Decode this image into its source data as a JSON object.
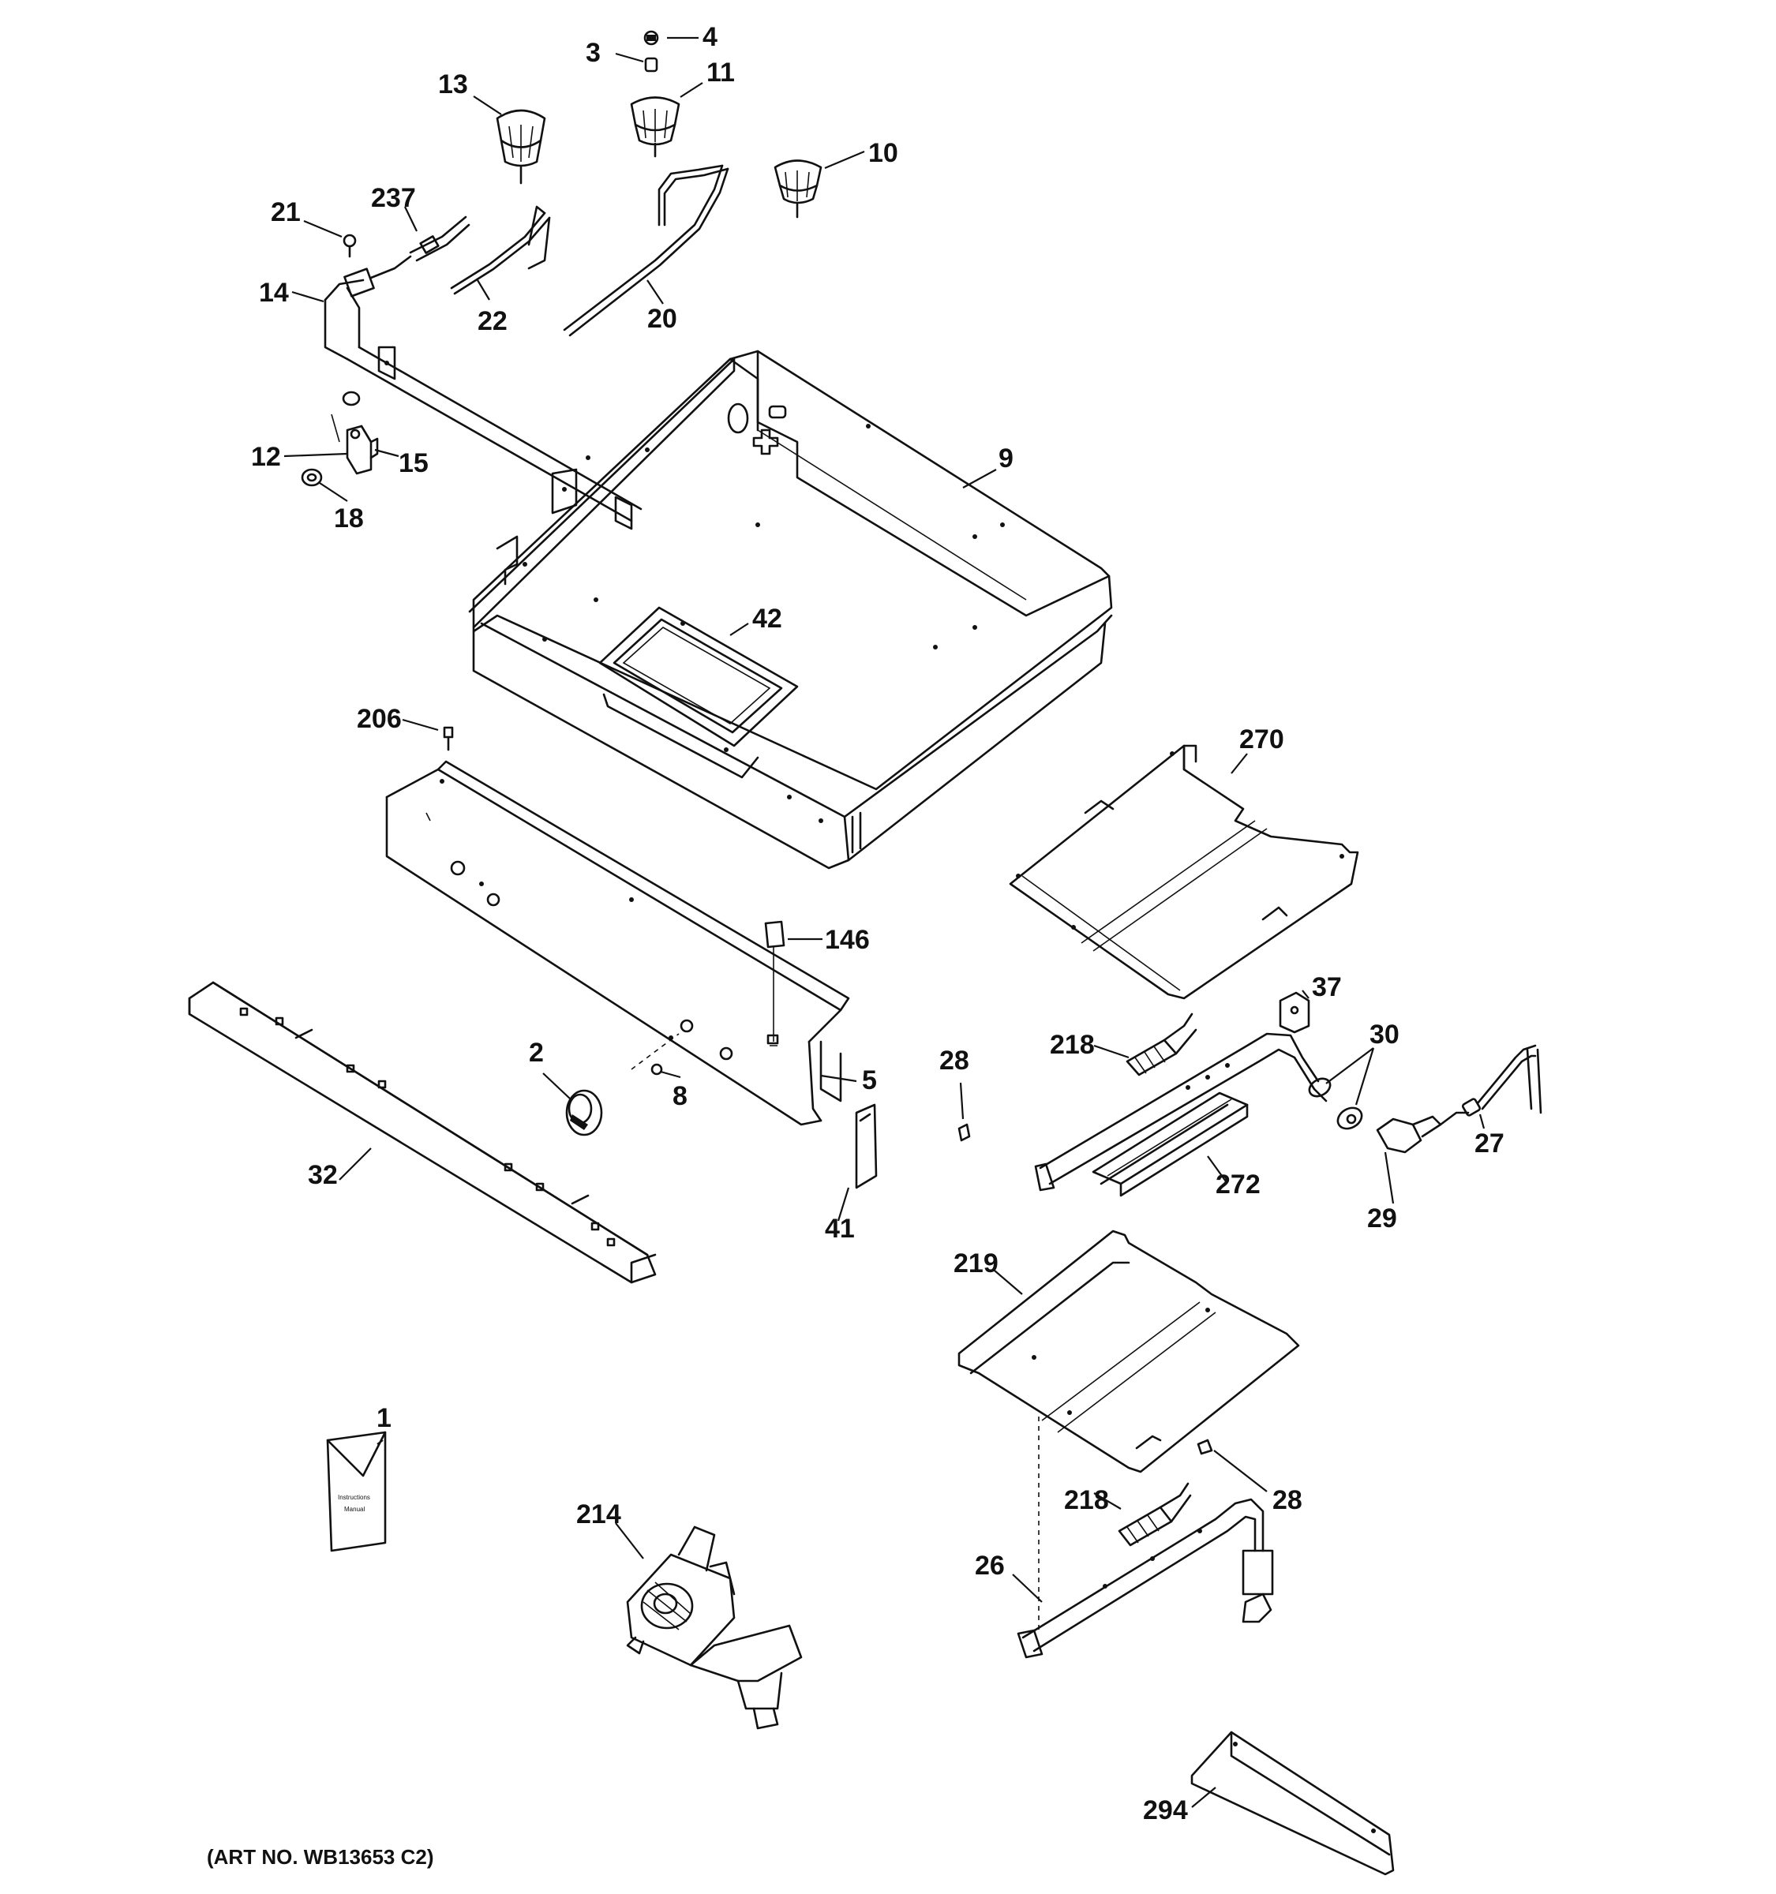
{
  "diagram": {
    "art_number_note": "(ART NO. WB13653 C2)",
    "callouts": {
      "c1": "1",
      "c2": "2",
      "c3": "3",
      "c4": "4",
      "c5": "5",
      "c8": "8",
      "c9": "9",
      "c10": "10",
      "c11": "11",
      "c12": "12",
      "c13": "13",
      "c14": "14",
      "c15": "15",
      "c18": "18",
      "c20": "20",
      "c21": "21",
      "c22": "22",
      "c26": "26",
      "c27": "27",
      "c28a": "28",
      "c28b": "28",
      "c29": "29",
      "c30": "30",
      "c32": "32",
      "c37": "37",
      "c41": "41",
      "c42": "42",
      "c146": "146",
      "c206": "206",
      "c214": "214",
      "c218a": "218",
      "c218b": "218",
      "c219": "219",
      "c237": "237",
      "c270": "270",
      "c272": "272",
      "c294": "294"
    },
    "manual_envelope_text": [
      "Instructions",
      "Manual"
    ]
  }
}
